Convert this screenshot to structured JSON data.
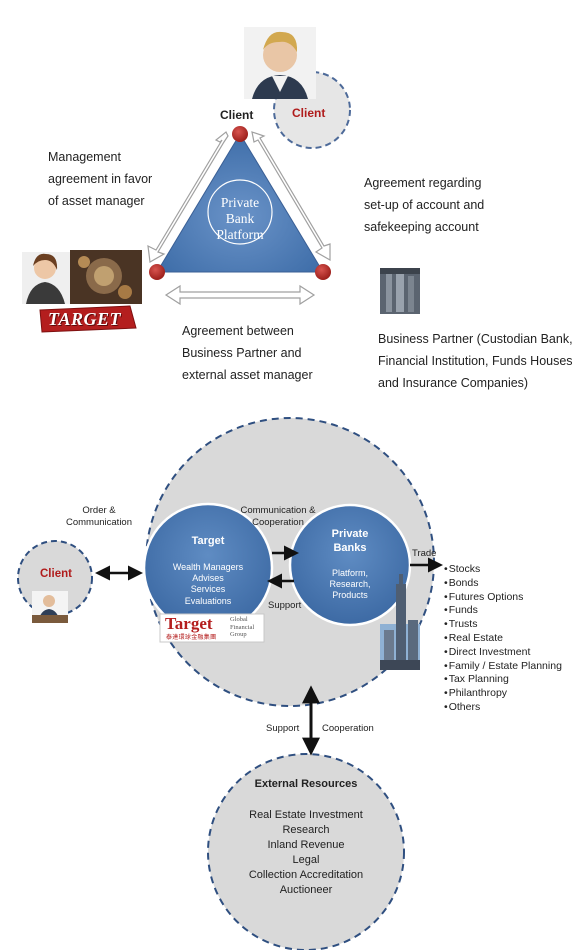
{
  "top": {
    "client_label": "Client",
    "client_bubble": "Client",
    "triangle_title_lines": [
      "Private",
      "Bank",
      "Platform"
    ],
    "management_agreement_lines": [
      "Management",
      "agreement in favor",
      "of asset manager"
    ],
    "account_agreement_lines": [
      "Agreement regarding",
      "set-up of account and",
      "safekeeping account"
    ],
    "bp_agreement_lines": [
      "Agreement between",
      "Business Partner and",
      "external asset manager"
    ],
    "business_partner_lines": [
      "Business Partner (Custodian Bank,",
      "Financial Institution, Funds Houses",
      "and Insurance Companies)"
    ],
    "target_logo": "TARGET"
  },
  "bottom": {
    "order_comm_lines": [
      "Order &",
      "Communication"
    ],
    "client_label": "Client",
    "comm_coop_lines": [
      "Communication &",
      "Cooperation"
    ],
    "support_label": "Support",
    "trade_label": "Trade",
    "target_circle": {
      "title": "Target",
      "lines": [
        "Wealth Managers",
        "Advises",
        "Services",
        "Evaluations"
      ]
    },
    "private_banks_circle": {
      "title_lines": [
        "Private",
        "Banks"
      ],
      "lines": [
        "Platform,",
        "Research,",
        "Products"
      ]
    },
    "target_logo": {
      "word": "Target",
      "side_lines": [
        "Global",
        "Financial",
        "Group"
      ],
      "chinese": "泰達環球金融集團"
    },
    "products": [
      "Stocks",
      "Bonds",
      "Futures Options",
      "Funds",
      "Trusts",
      "Real Estate",
      "Direct Investment",
      "Family / Estate Planning",
      "Tax Planning",
      "Philanthropy",
      "Others"
    ],
    "support_bottom": "Support",
    "cooperation_bottom": "Cooperation",
    "external": {
      "title": "External Resources",
      "lines": [
        "Real Estate Investment",
        "Research",
        "Inland Revenue",
        "Legal",
        "Collection Accreditation",
        "Auctioneer"
      ]
    }
  },
  "colors": {
    "triangle_blue": "#4a79b5",
    "circle_grey": "#d8d8d8",
    "dash_blue": "#2f4f80",
    "node_red": "#b02a26",
    "client_red": "#b01c1c"
  }
}
